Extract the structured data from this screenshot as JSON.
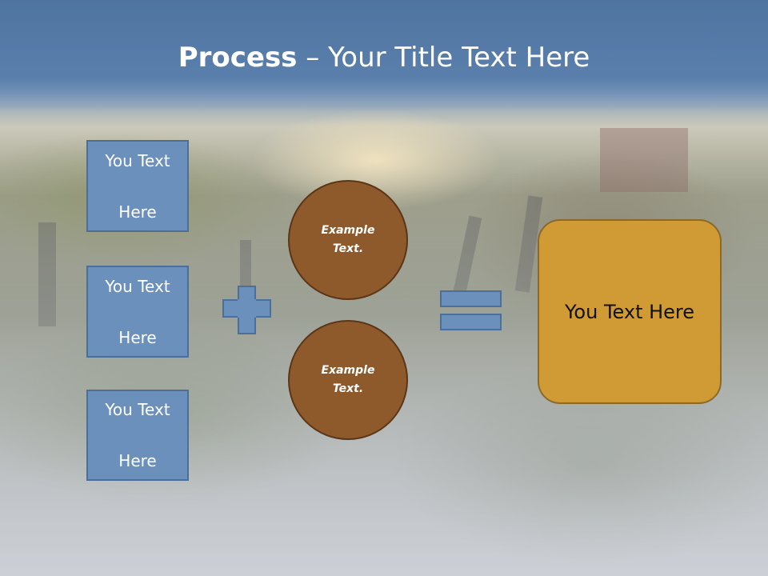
{
  "title": {
    "strong": "Process",
    "rest": " – Your Title Text Here"
  },
  "left_boxes": [
    {
      "line1": "You Text",
      "line2": "Here"
    },
    {
      "line1": "You Text",
      "line2": "Here"
    },
    {
      "line1": "You Text",
      "line2": "Here"
    }
  ],
  "circles": [
    {
      "line1": "Example",
      "line2": "Text."
    },
    {
      "line1": "Example",
      "line2": "Text."
    }
  ],
  "result": {
    "text": "You Text Here"
  },
  "colors": {
    "title_band": "#5a7fac",
    "box_fill": "#6c90bc",
    "box_border": "#4c6f99",
    "circle_fill": "#8e5a2c",
    "result_fill": "#d09a35"
  }
}
